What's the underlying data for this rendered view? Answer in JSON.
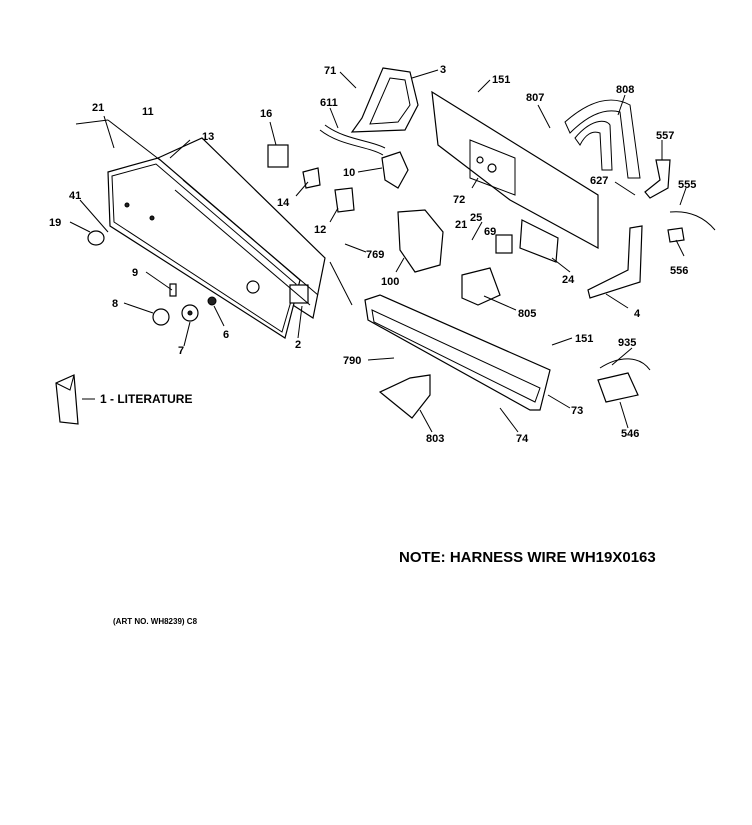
{
  "note": "NOTE: HARNESS WIRE WH19X0163",
  "art_no": "(ART NO. WH8239) C8",
  "literature_label": "1 - LITERATURE",
  "callouts": {
    "p71": "71",
    "p3": "3",
    "p151a": "151",
    "p807": "807",
    "p808": "808",
    "p21a": "21",
    "p11": "11",
    "p16": "16",
    "p611": "611",
    "p557": "557",
    "p13": "13",
    "p10": "10",
    "p72": "72",
    "p627": "627",
    "p555": "555",
    "p41": "41",
    "p14": "14",
    "p21b": "21",
    "p25": "25",
    "p69": "69",
    "p19": "19",
    "p12": "12",
    "p769": "769",
    "p556": "556",
    "p100": "100",
    "p24": "24",
    "p9": "9",
    "p4": "4",
    "p805": "805",
    "p8": "8",
    "p6": "6",
    "p2": "2",
    "p7": "7",
    "p151b": "151",
    "p935": "935",
    "p790": "790",
    "p73": "73",
    "p803": "803",
    "p74": "74",
    "p546": "546"
  }
}
